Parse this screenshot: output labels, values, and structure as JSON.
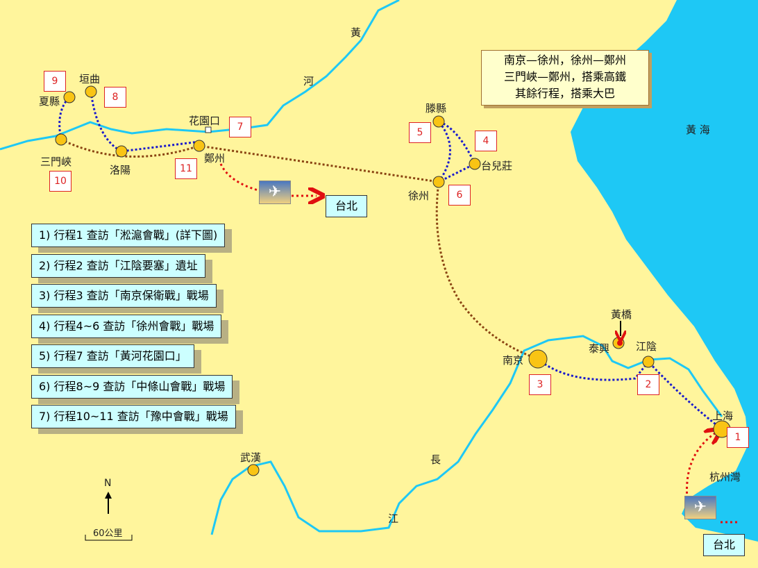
{
  "note": {
    "line1": "南京—徐州，徐州—鄭州",
    "line2": "三門峽—鄭州，搭乘高鐵",
    "line3": "其餘行程，搭乘大巴"
  },
  "legend": [
    "1)  行程1 查訪「淞滬會戰」(詳下圖)",
    "2)  行程2 查訪「江陰要塞」遺址",
    "3)  行程3 查訪「南京保衛戰」戰場",
    "4)  行程4~6 查訪「徐州會戰」戰場",
    "5)  行程7 查訪「黃河花園口」",
    "6)  行程8~9 查訪「中條山會戰」戰場",
    "7)  行程10~11 查訪「豫中會戰」戰場"
  ],
  "cities": {
    "sanmenxia": "三門峽",
    "xiaxian": "夏縣",
    "yuanqu": "垣曲",
    "luoyang": "洛陽",
    "zhengzhou": "鄭州",
    "huayuankou": "花園口",
    "xuzhou": "徐州",
    "tengxian": "滕縣",
    "taierzhuang": "台兒莊",
    "nanjing": "南京",
    "taixing": "泰興",
    "huangqiao": "黃橋",
    "jiangyin": "江陰",
    "shanghai": "上海",
    "wuhan": "武漢"
  },
  "geo": {
    "yellow_river_1": "黃",
    "yellow_river_2": "河",
    "yellow_sea": "黃 海",
    "yangtze_1": "長",
    "yangtze_2": "江",
    "hangzhou_bay": "杭州灣"
  },
  "stops": [
    "1",
    "2",
    "3",
    "4",
    "5",
    "6",
    "7",
    "8",
    "9",
    "10",
    "11"
  ],
  "taipei": "台北",
  "compass": "N",
  "scale": "60公里",
  "colors": {
    "land": "#fff59c",
    "sea": "#1ec8f5",
    "high_speed_rail": "#8b4513",
    "bus": "#1a1acc",
    "flight": "#e01010"
  }
}
